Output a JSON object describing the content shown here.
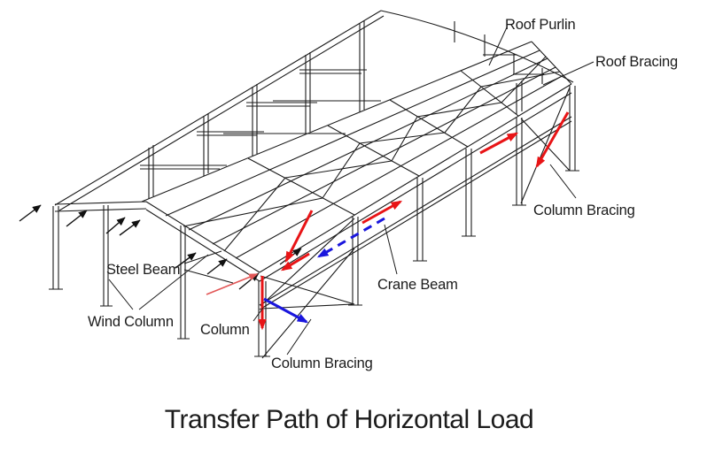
{
  "title": "Transfer Path of Horizontal Load",
  "labels": {
    "roof_purlin": "Roof Purlin",
    "roof_bracing": "Roof Bracing",
    "column_bracing_right": "Column Bracing",
    "steel_beam": "Steel Beam",
    "wind_column": "Wind Column",
    "column": "Column",
    "column_bracing_bottom": "Column Bracing",
    "crane_beam": "Crane Beam"
  },
  "colors": {
    "line": "#1b1b1b",
    "load_path_red": "#e81416",
    "thin_red": "#e25757",
    "crane_path_blue": "#1a16dd",
    "wind_arrow_black": "#111111",
    "text": "#1b1b1b"
  },
  "arrows": {
    "wind_load": {
      "color_key": "wind_arrow_black",
      "count": 8,
      "meaning": "horizontal wind load on gable end"
    },
    "transfer_path": {
      "color_key": "load_path_red",
      "count": 7,
      "meaning": "load path: roof bracing, eave, column bracing, column to foundation"
    },
    "crane_path": {
      "color_key": "crane_path_blue",
      "count": 2,
      "meaning": "crane beam longitudinal load into column bracing"
    }
  }
}
